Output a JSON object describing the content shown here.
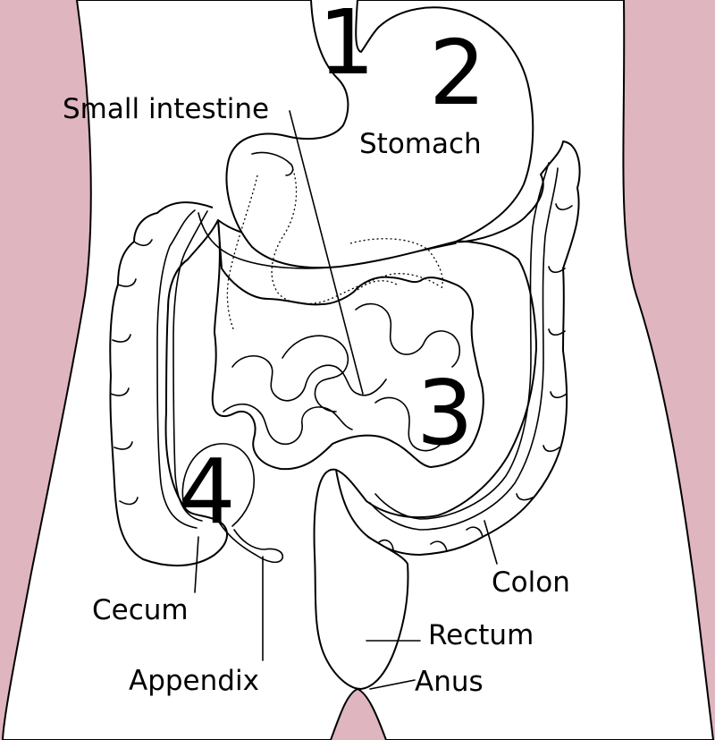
{
  "colors": {
    "skin": "#dfb5c0",
    "body_fill": "#ffffff",
    "outline": "#000000"
  },
  "numbers": {
    "n1": "1",
    "n2": "2",
    "n3": "3",
    "n4": "4"
  },
  "labels": {
    "small_intestine": "Small intestine",
    "stomach": "Stomach",
    "colon": "Colon",
    "cecum": "Cecum",
    "rectum": "Rectum",
    "appendix": "Appendix",
    "anus": "Anus"
  }
}
